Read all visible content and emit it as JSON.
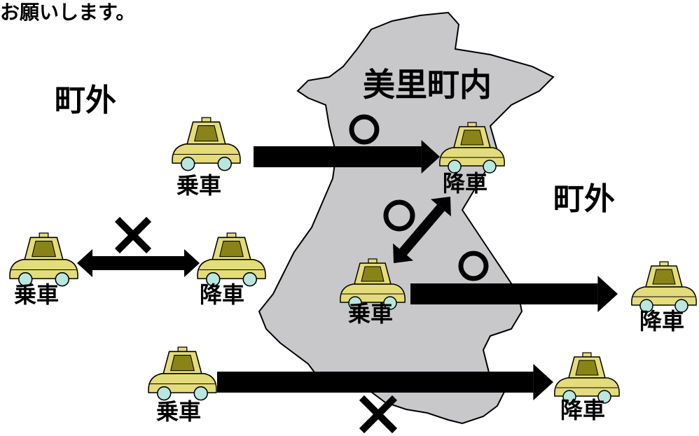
{
  "header": {
    "text": "お願いします。"
  },
  "areas": {
    "town_inside": "美里町内",
    "outside": "町外"
  },
  "labels": {
    "board": "乗車",
    "alight": "降車"
  },
  "marks": {
    "ok": "○",
    "ng": "×"
  },
  "colors": {
    "town_fill": "#c8c8ca",
    "taxi_body": "#e4dc7a",
    "taxi_dark": "#8a8418",
    "taxi_wheel": "#b9e6df",
    "arrow": "#000000"
  }
}
